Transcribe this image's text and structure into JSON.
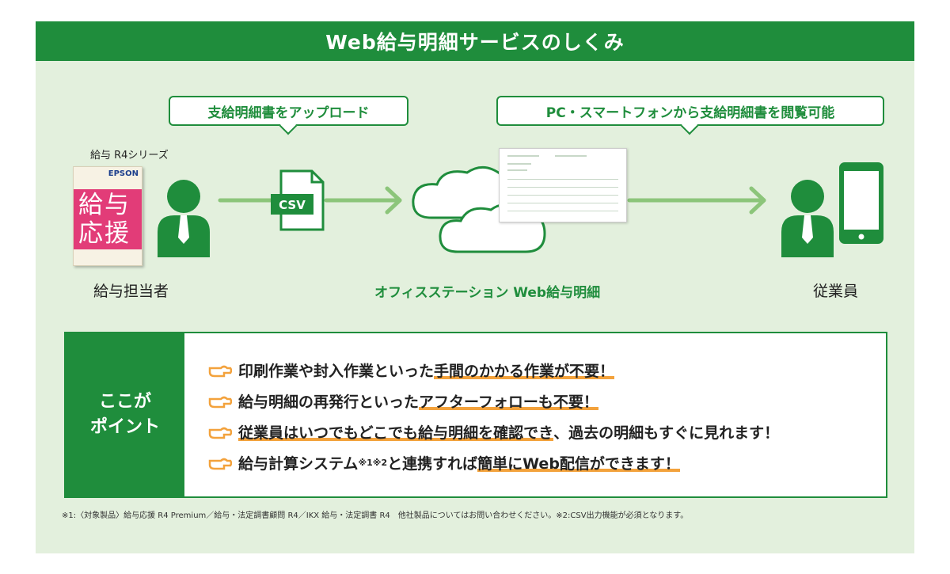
{
  "title": "Web給与明細サービスのしくみ",
  "bubbles": {
    "upload": "支給明細書をアップロード",
    "view": "PC・スマートフォンから支給明細書を閲覧可能"
  },
  "product": {
    "series_label": "給与 R4シリーズ",
    "box_brand": "EPSON",
    "box_title_line1": "給与",
    "box_title_line2": "応援"
  },
  "csv_label": "CSV",
  "actors": {
    "payroll_staff": "給与担当者",
    "service": "オフィスステーション Web給与明細",
    "employee": "従業員"
  },
  "points": {
    "heading_line1": "ここが",
    "heading_line2": "ポイント",
    "p1_a": "印刷作業や封入作業といった",
    "p1_b": "手間のかかる作業が不要！",
    "p2_a": "給与明細の再発行といった",
    "p2_b": "アフターフォローも不要！",
    "p3_a": "従業員はいつでもどこでも",
    "p3_b": "給与明細を確認でき",
    "p3_c": "、過去の明細もすぐに見れます！",
    "p4_a": "給与計算システム",
    "p4_sup": "※1※2",
    "p4_b": "と連携すれば",
    "p4_c": "簡単にWeb配信ができます！"
  },
  "footnote": "※1:〈対象製品〉給与応援 R4 Premium／給与・法定調書顧問 R4／IKX 給与・法定調書 R4　他社製品についてはお問い合わせください。※2:CSV出力機能が必須となります。",
  "colors": {
    "green": "#1f8d3c",
    "light_green": "#e3f0dd",
    "arrow": "#8cc57a",
    "orange": "#f3a23c",
    "pink": "#e23c78"
  }
}
